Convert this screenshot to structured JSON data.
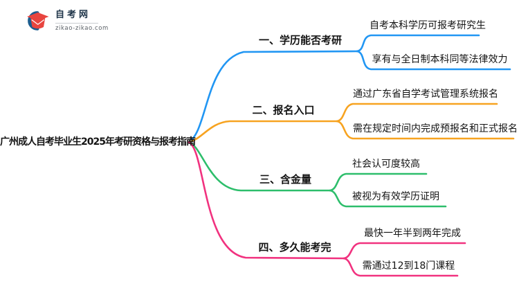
{
  "logo": {
    "site_name": "自考网",
    "site_url": "zikao-zikao.com"
  },
  "root": {
    "title": "广州成人自考毕业生2025年考研资格与报考指南"
  },
  "colors": {
    "blue": "#2196F3",
    "orange": "#F7A320",
    "green": "#2DBE6B",
    "pink": "#F1327F",
    "text": "#141414",
    "logo_navy": "#1C5D8F",
    "logo_red": "#E8453F"
  },
  "branches": [
    {
      "label": "一、学历能否考研",
      "color": "#2196F3",
      "children": [
        "自考本科学历可报考研究生",
        "享有与全日制本科同等法律效力"
      ]
    },
    {
      "label": "二、报名入口",
      "color": "#F7A320",
      "children": [
        "通过广东省自学考试管理系统报名",
        "需在规定时间内完成预报名和正式报名"
      ]
    },
    {
      "label": "三、含金量",
      "color": "#2DBE6B",
      "children": [
        "社会认可度较高",
        "被视为有效学历证明"
      ]
    },
    {
      "label": "四、多久能考完",
      "color": "#F1327F",
      "children": [
        "最快一年半到两年完成",
        "需通过12到18门课程"
      ]
    }
  ]
}
